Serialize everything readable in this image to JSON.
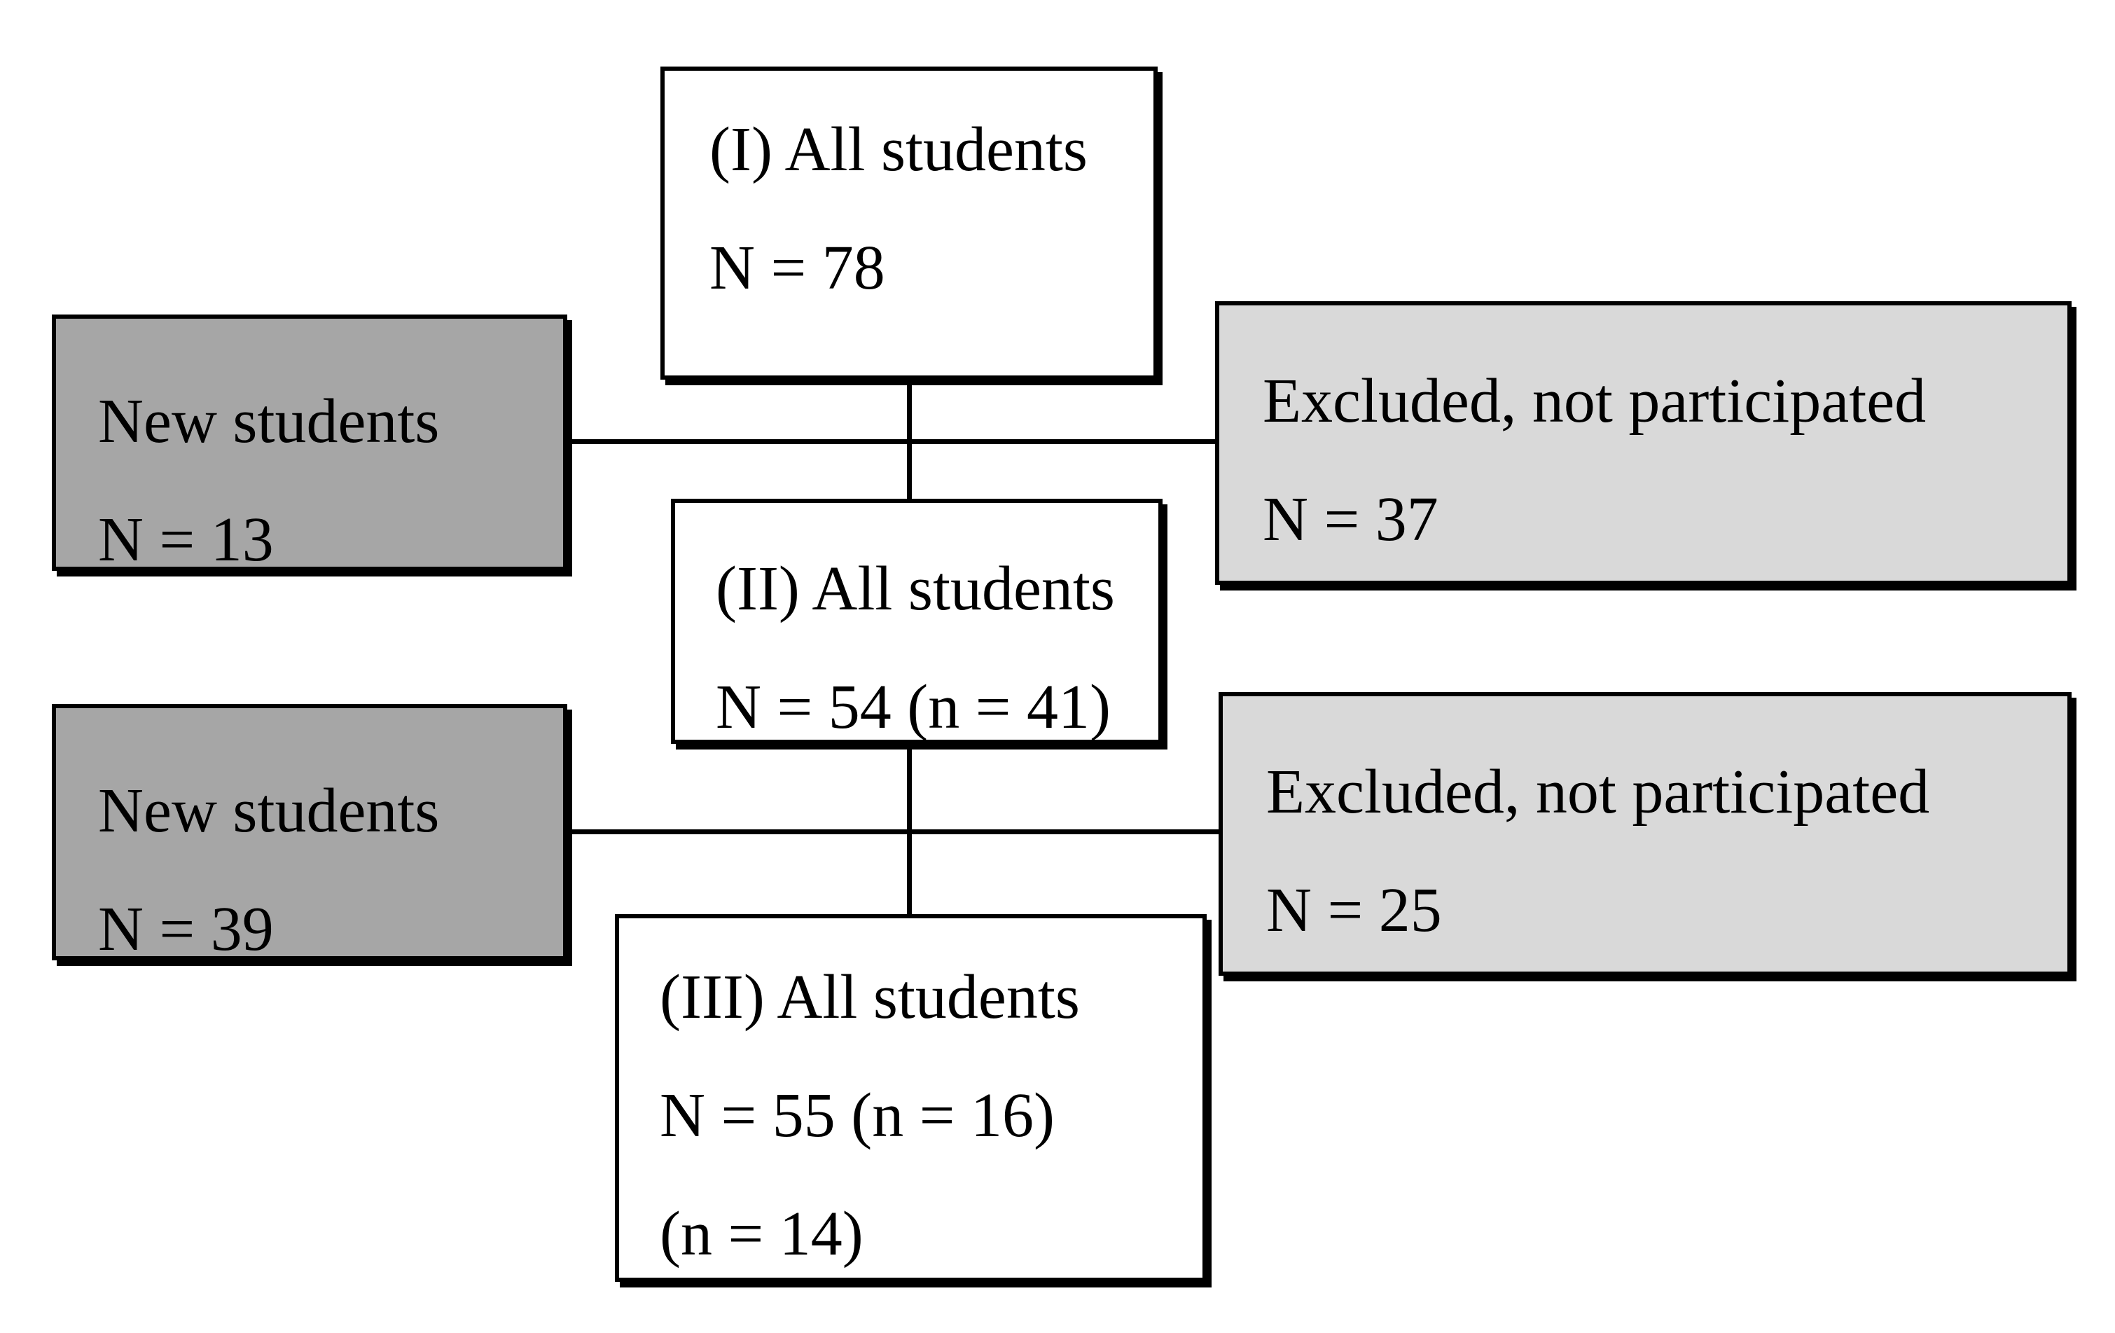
{
  "colors": {
    "background": "#ffffff",
    "stage_fill": "#ffffff",
    "new_students_fill": "#a6a6a6",
    "excluded_fill": "#d9d9d9",
    "border": "#000000",
    "text": "#000000"
  },
  "boxes": {
    "stage1": {
      "line1": "(I) All students",
      "line2": "N = 78"
    },
    "new1": {
      "line1": "New students",
      "line2": "N = 13"
    },
    "excluded1": {
      "line1": "Excluded, not participated",
      "line2": "N = 37"
    },
    "stage2": {
      "line1": "(II) All students",
      "line2": "N = 54 (n = 41)"
    },
    "new2": {
      "line1": "New students",
      "line2": "N = 39"
    },
    "excluded2": {
      "line1": "Excluded, not participated",
      "line2": "N = 25"
    },
    "stage3": {
      "line1": "(III) All students",
      "line2": "N = 55 (n = 16)",
      "line3": "(n = 14)"
    }
  }
}
